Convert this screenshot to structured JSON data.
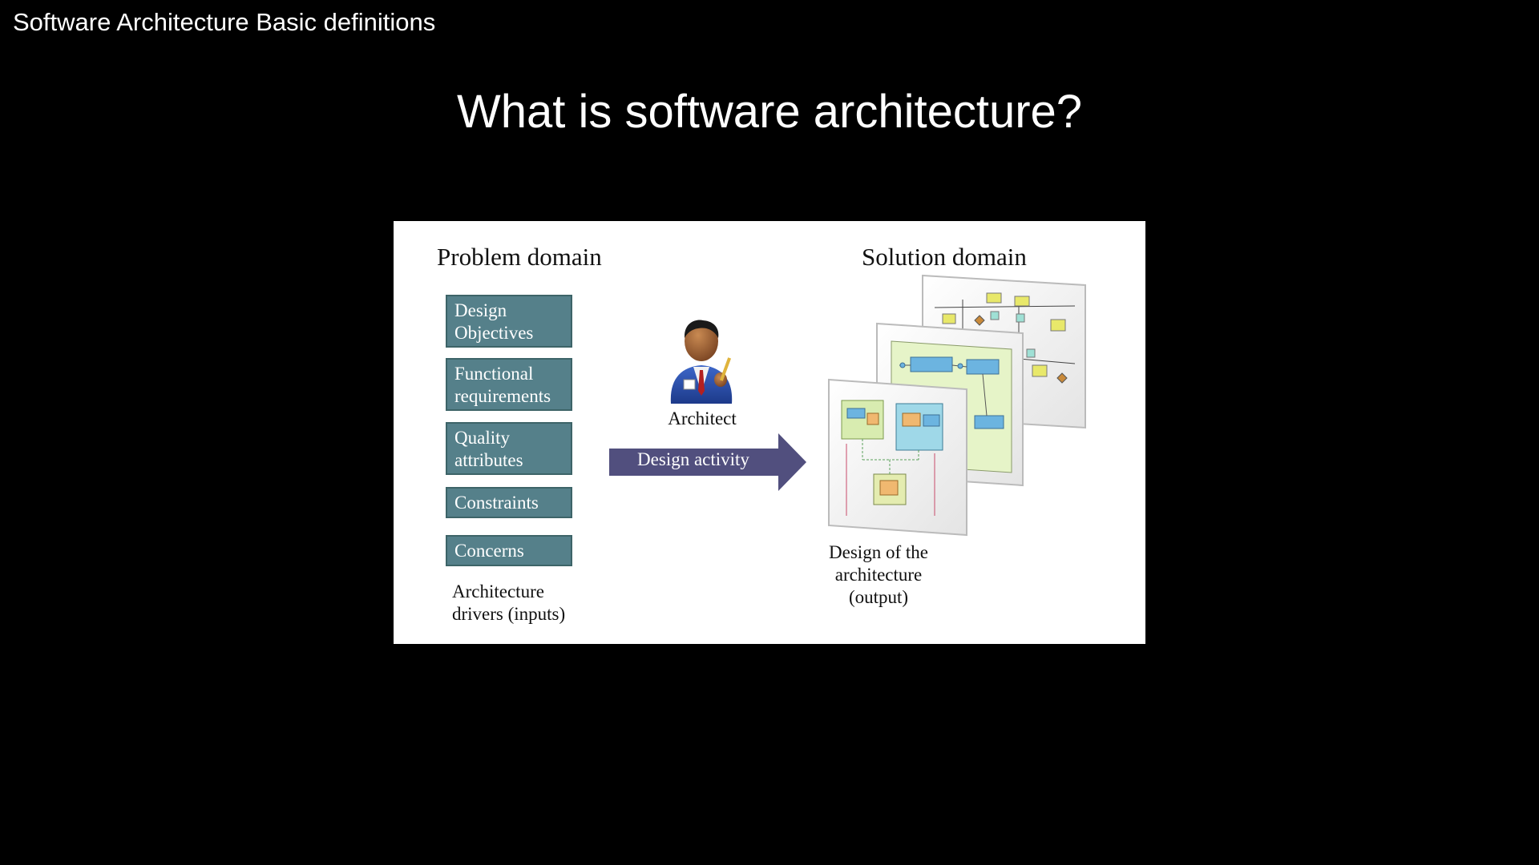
{
  "header": {
    "title": "Software Architecture Basic definitions"
  },
  "slide": {
    "title": "What is software architecture?"
  },
  "diagram": {
    "problem_domain_label": "Problem domain",
    "solution_domain_label": "Solution domain",
    "drivers": [
      {
        "line1": "Design",
        "line2": "Objectives"
      },
      {
        "line1": "Functional",
        "line2": "requirements"
      },
      {
        "line1": "Quality",
        "line2": "attributes"
      },
      {
        "line1": "Constraints",
        "line2": ""
      },
      {
        "line1": "Concerns",
        "line2": ""
      }
    ],
    "drivers_caption": {
      "line1": "Architecture",
      "line2": "drivers (inputs)"
    },
    "architect_label": "Architect",
    "design_activity_label": "Design activity",
    "output_caption": {
      "line1": "Design of the",
      "line2": "architecture",
      "line3": "(output)"
    }
  },
  "colors": {
    "background": "#000000",
    "slide_text": "#ffffff",
    "diagram_background": "#ffffff",
    "driver_box_fill": "#55808a",
    "driver_box_border": "#3d6468",
    "arrow_fill": "#514f7e",
    "arrow_text": "#ffffff"
  },
  "icons": {
    "architect": "architect-person-icon",
    "output": "architecture-design-sheets-icon"
  }
}
